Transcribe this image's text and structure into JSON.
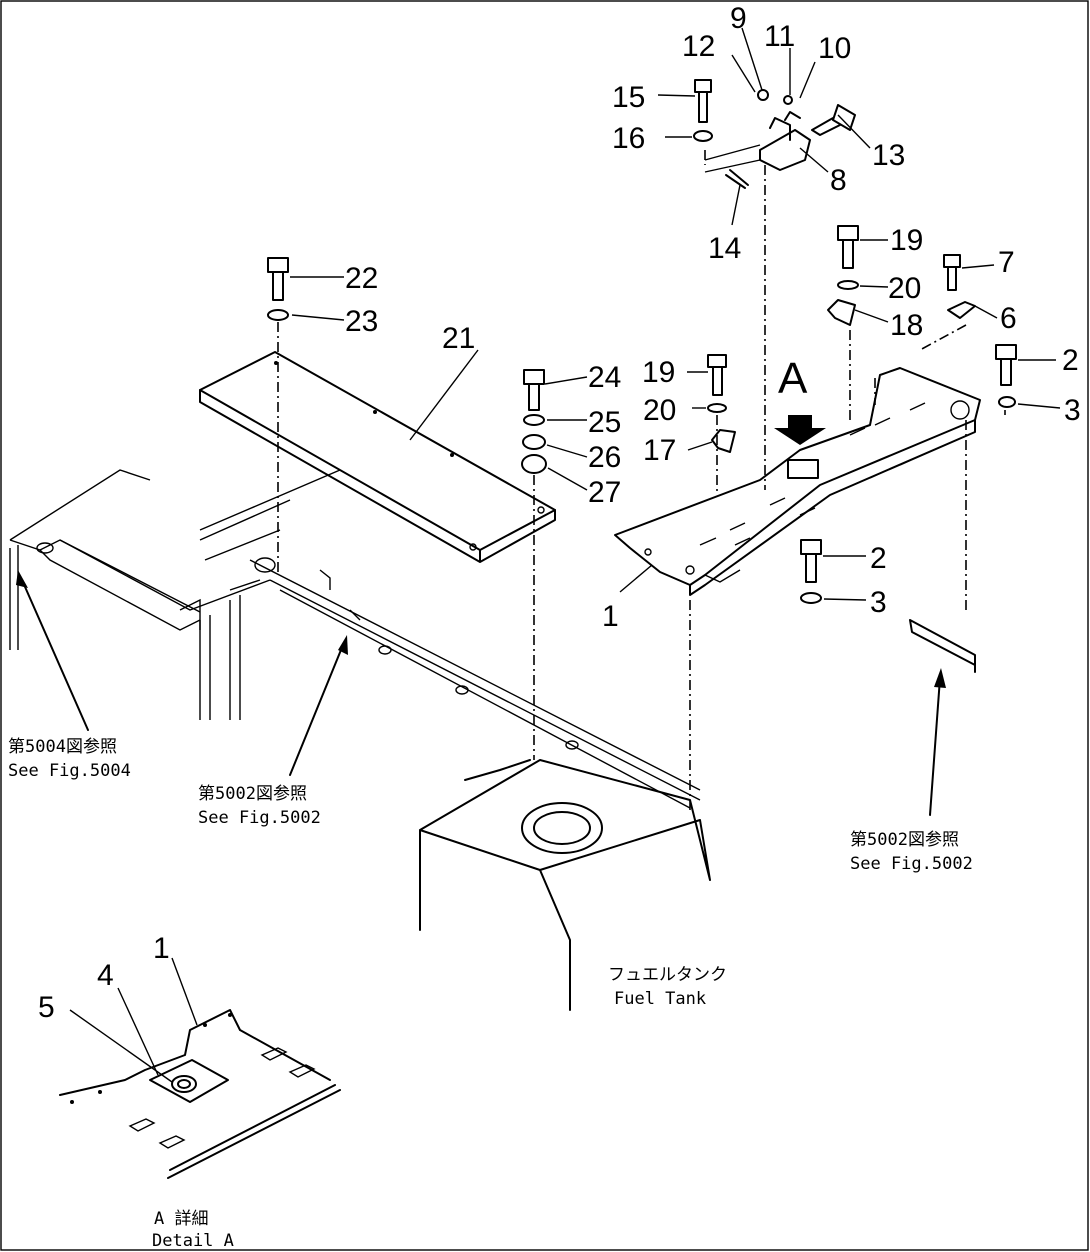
{
  "callouts": [
    "1",
    "2",
    "3",
    "4",
    "5",
    "6",
    "7",
    "8",
    "9",
    "10",
    "11",
    "12",
    "13",
    "14",
    "15",
    "16",
    "17",
    "18",
    "19",
    "20",
    "21",
    "22",
    "23",
    "24",
    "25",
    "26",
    "27"
  ],
  "labels": {
    "ref_5004_jp": "第5004図参照",
    "ref_5004_en": "See Fig.5004",
    "ref_5002a_jp": "第5002図参照",
    "ref_5002a_en": "See Fig.5002",
    "ref_5002b_jp": "第5002図参照",
    "ref_5002b_en": "See Fig.5002",
    "fuel_tank_jp": "フュエルタンク",
    "fuel_tank_en": "Fuel Tank",
    "detail_jp": "A 詳細",
    "detail_en": "Detail A",
    "view_a": "A"
  }
}
